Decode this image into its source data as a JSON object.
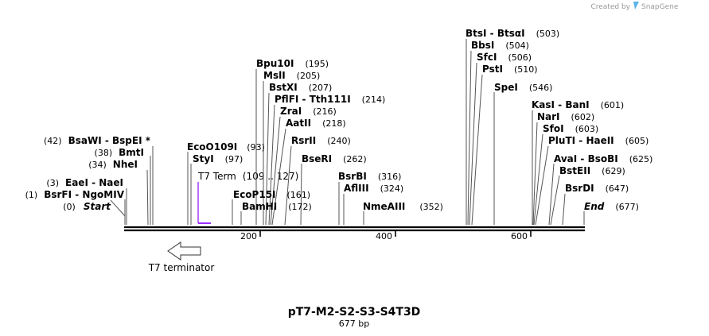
{
  "branding": {
    "created_by": "Created by",
    "product": "SnapGene"
  },
  "map": {
    "title": "pT7-M2-S2-S3-S4T3D",
    "length_label": "677 bp",
    "ticks": [
      "200",
      "400",
      "600"
    ]
  },
  "features": [
    {
      "name": "T7 Term",
      "range": "(109 .. 127)",
      "color": "#9b30ff"
    },
    {
      "name": "T7 terminator",
      "direction": "reverse"
    }
  ],
  "sites": [
    {
      "name": "Start",
      "pos": "(0)",
      "italic": true
    },
    {
      "name": "BsrFI  -  NgoMIV",
      "pos": "(1)"
    },
    {
      "name": "EaeI  -  NaeI",
      "pos": "(3)"
    },
    {
      "name": "NheI",
      "pos": "(34)"
    },
    {
      "name": "BmtI",
      "pos": "(38)"
    },
    {
      "name": "BsaWI  -  BspEI *",
      "pos": "(42)"
    },
    {
      "name": "EcoO109I",
      "pos": "(93)"
    },
    {
      "name": "StyI",
      "pos": "(97)"
    },
    {
      "name": "EcoP15I",
      "pos": "(161)"
    },
    {
      "name": "BamHI",
      "pos": "(172)"
    },
    {
      "name": "Bpu10I",
      "pos": "(195)"
    },
    {
      "name": "MslI",
      "pos": "(205)"
    },
    {
      "name": "BstXI",
      "pos": "(207)"
    },
    {
      "name": "PflFI  -  Tth111I",
      "pos": "(214)"
    },
    {
      "name": "ZraI",
      "pos": "(216)"
    },
    {
      "name": "AatII",
      "pos": "(218)"
    },
    {
      "name": "RsrII",
      "pos": "(240)"
    },
    {
      "name": "BseRI",
      "pos": "(262)"
    },
    {
      "name": "BsrBI",
      "pos": "(316)"
    },
    {
      "name": "AflIII",
      "pos": "(324)"
    },
    {
      "name": "NmeAIII",
      "pos": "(352)"
    },
    {
      "name": "BtsI  -  BtsαI",
      "pos": "(503)"
    },
    {
      "name": "BbsI",
      "pos": "(504)"
    },
    {
      "name": "SfcI",
      "pos": "(506)"
    },
    {
      "name": "PstI",
      "pos": "(510)"
    },
    {
      "name": "SpeI",
      "pos": "(546)"
    },
    {
      "name": "KasI  -  BanI",
      "pos": "(601)"
    },
    {
      "name": "NarI",
      "pos": "(602)"
    },
    {
      "name": "SfoI",
      "pos": "(603)"
    },
    {
      "name": "PluTI  -  HaeII",
      "pos": "(605)"
    },
    {
      "name": "AvaI  -  BsoBI",
      "pos": "(625)"
    },
    {
      "name": "BstEII",
      "pos": "(629)"
    },
    {
      "name": "BsrDI",
      "pos": "(647)"
    },
    {
      "name": "End",
      "pos": "(677)",
      "italic": true
    }
  ]
}
